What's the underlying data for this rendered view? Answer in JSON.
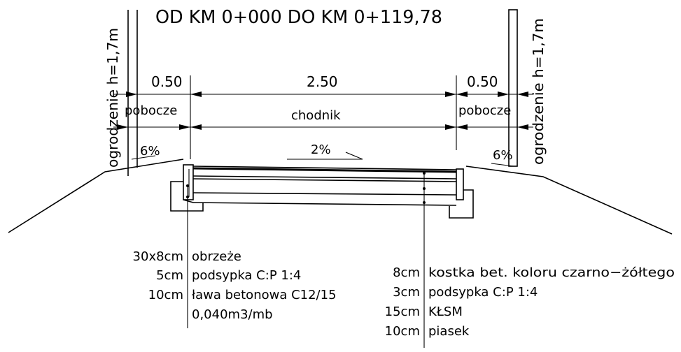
{
  "title": "OD KM 0+000 DO KM 0+119,78",
  "dimensions": {
    "left_shoulder": "0.50",
    "walkway": "2.50",
    "right_shoulder": "0.50"
  },
  "zones": {
    "left_shoulder": "pobocze",
    "walkway": "chodnik",
    "right_shoulder": "pobocze"
  },
  "fence_label": "ogrodzenie h=1,7m",
  "slopes": {
    "left": "6%",
    "walkway": "2%",
    "right": "6%"
  },
  "left_layers": [
    {
      "thickness": "30x8cm",
      "material": "obrzeże"
    },
    {
      "thickness": "5cm",
      "material": "podsypka C:P 1:4"
    },
    {
      "thickness": "10cm",
      "material": "ława betonowa C12/15"
    },
    {
      "thickness": "",
      "material": "0,040m3/mb"
    }
  ],
  "right_layers": [
    {
      "thickness": "8cm",
      "material": "kostka bet. koloru czarno−żółtego"
    },
    {
      "thickness": "3cm",
      "material": "podsypka C:P 1:4"
    },
    {
      "thickness": "15cm",
      "material": "KŁSM"
    },
    {
      "thickness": "10cm",
      "material": "piasek"
    }
  ]
}
